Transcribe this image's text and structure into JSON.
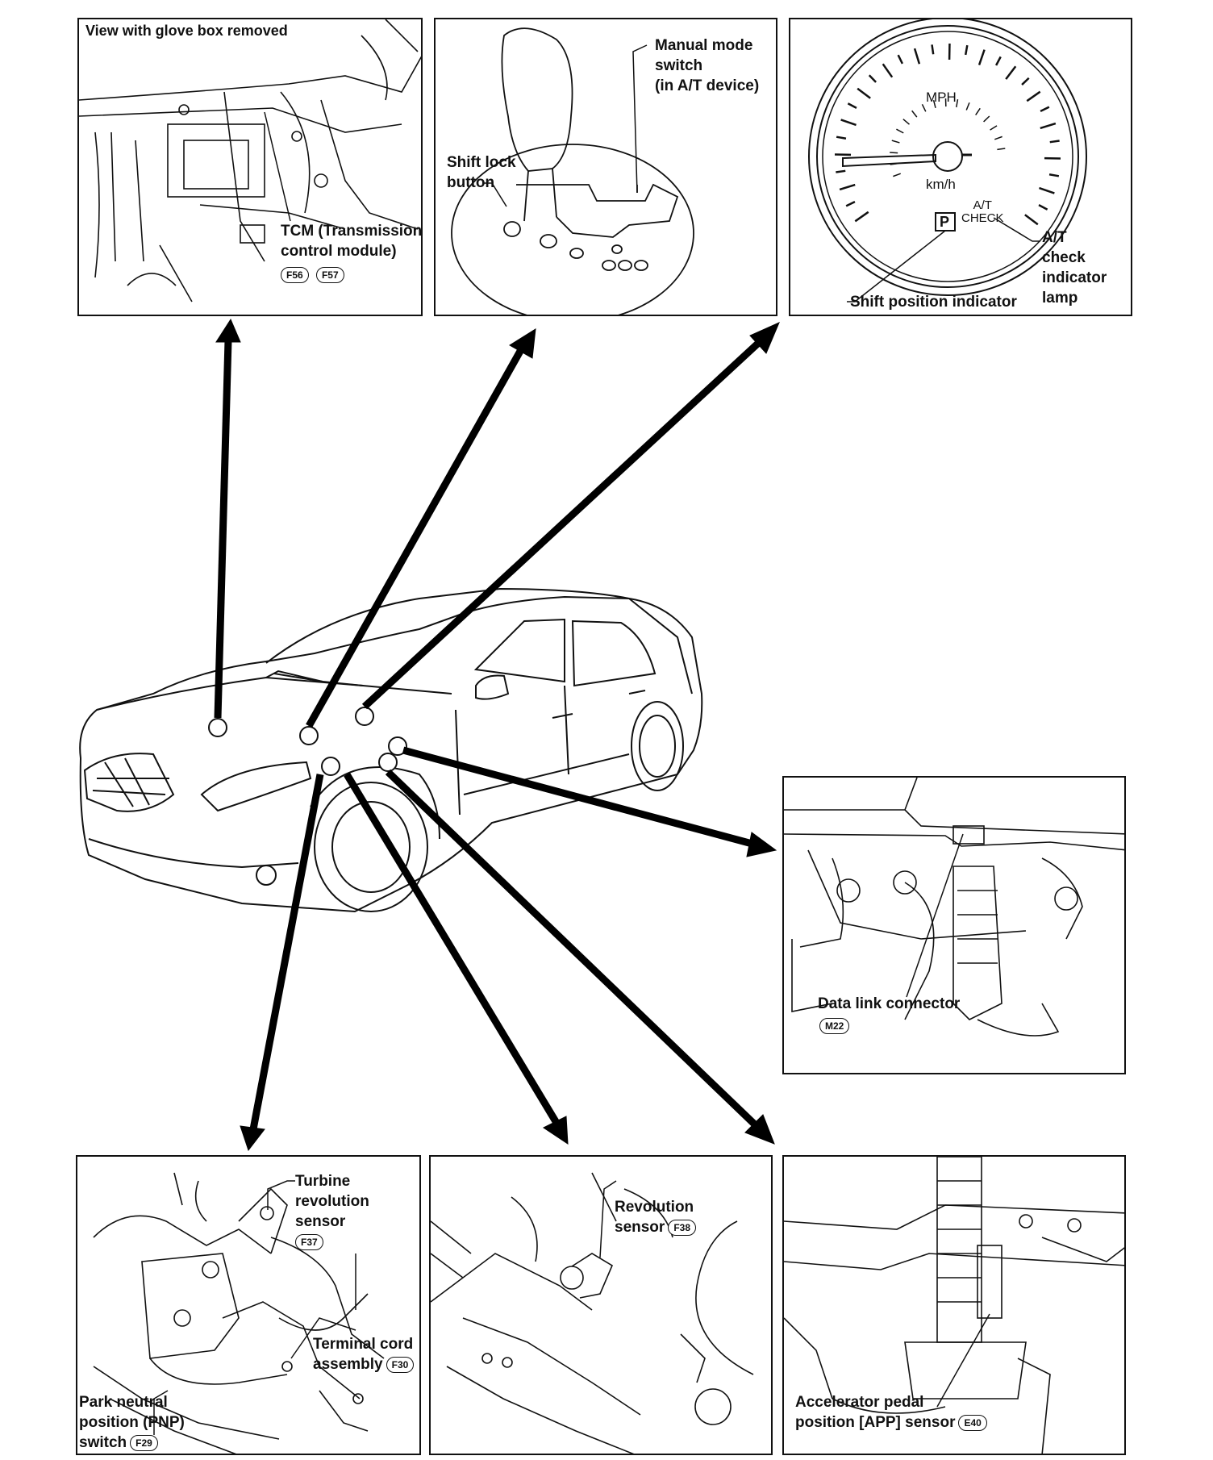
{
  "panels": {
    "tcm": {
      "header": "View with glove box removed",
      "label_lines": [
        "TCM (Transmission",
        "control module)"
      ],
      "connectors": [
        "F56",
        "F57"
      ]
    },
    "shifter": {
      "manual_mode_lines": [
        "Manual mode",
        "switch",
        "(in A/T device)"
      ],
      "shift_lock_lines": [
        "Shift lock",
        "button"
      ]
    },
    "meter": {
      "mph": "MPH",
      "kmh": "km/h",
      "at_check_lines": [
        "A/T",
        "CHECK"
      ],
      "gear_letter": "P",
      "lamp_lines": [
        "A/T",
        "check",
        "indicator",
        "lamp"
      ],
      "shift_position": "Shift position indicator"
    },
    "dlc": {
      "label": "Data link connector",
      "connector": "M22"
    },
    "pnp": {
      "turbine_lines": [
        "Turbine",
        "revolution",
        "sensor"
      ],
      "turbine_connector": "F37",
      "terminal_lines": [
        "Terminal cord",
        "assembly"
      ],
      "terminal_connector": "F30",
      "pnp_lines": [
        "Park neutral",
        "position (PNP)",
        "switch"
      ],
      "pnp_connector": "F29"
    },
    "revolution": {
      "label_lines": [
        "Revolution",
        "sensor"
      ],
      "connector": "F38"
    },
    "app": {
      "label_lines": [
        "Accelerator pedal",
        "position [APP] sensor"
      ],
      "connector": "E40"
    }
  },
  "colors": {
    "ink": "#111111",
    "paper": "#ffffff"
  }
}
